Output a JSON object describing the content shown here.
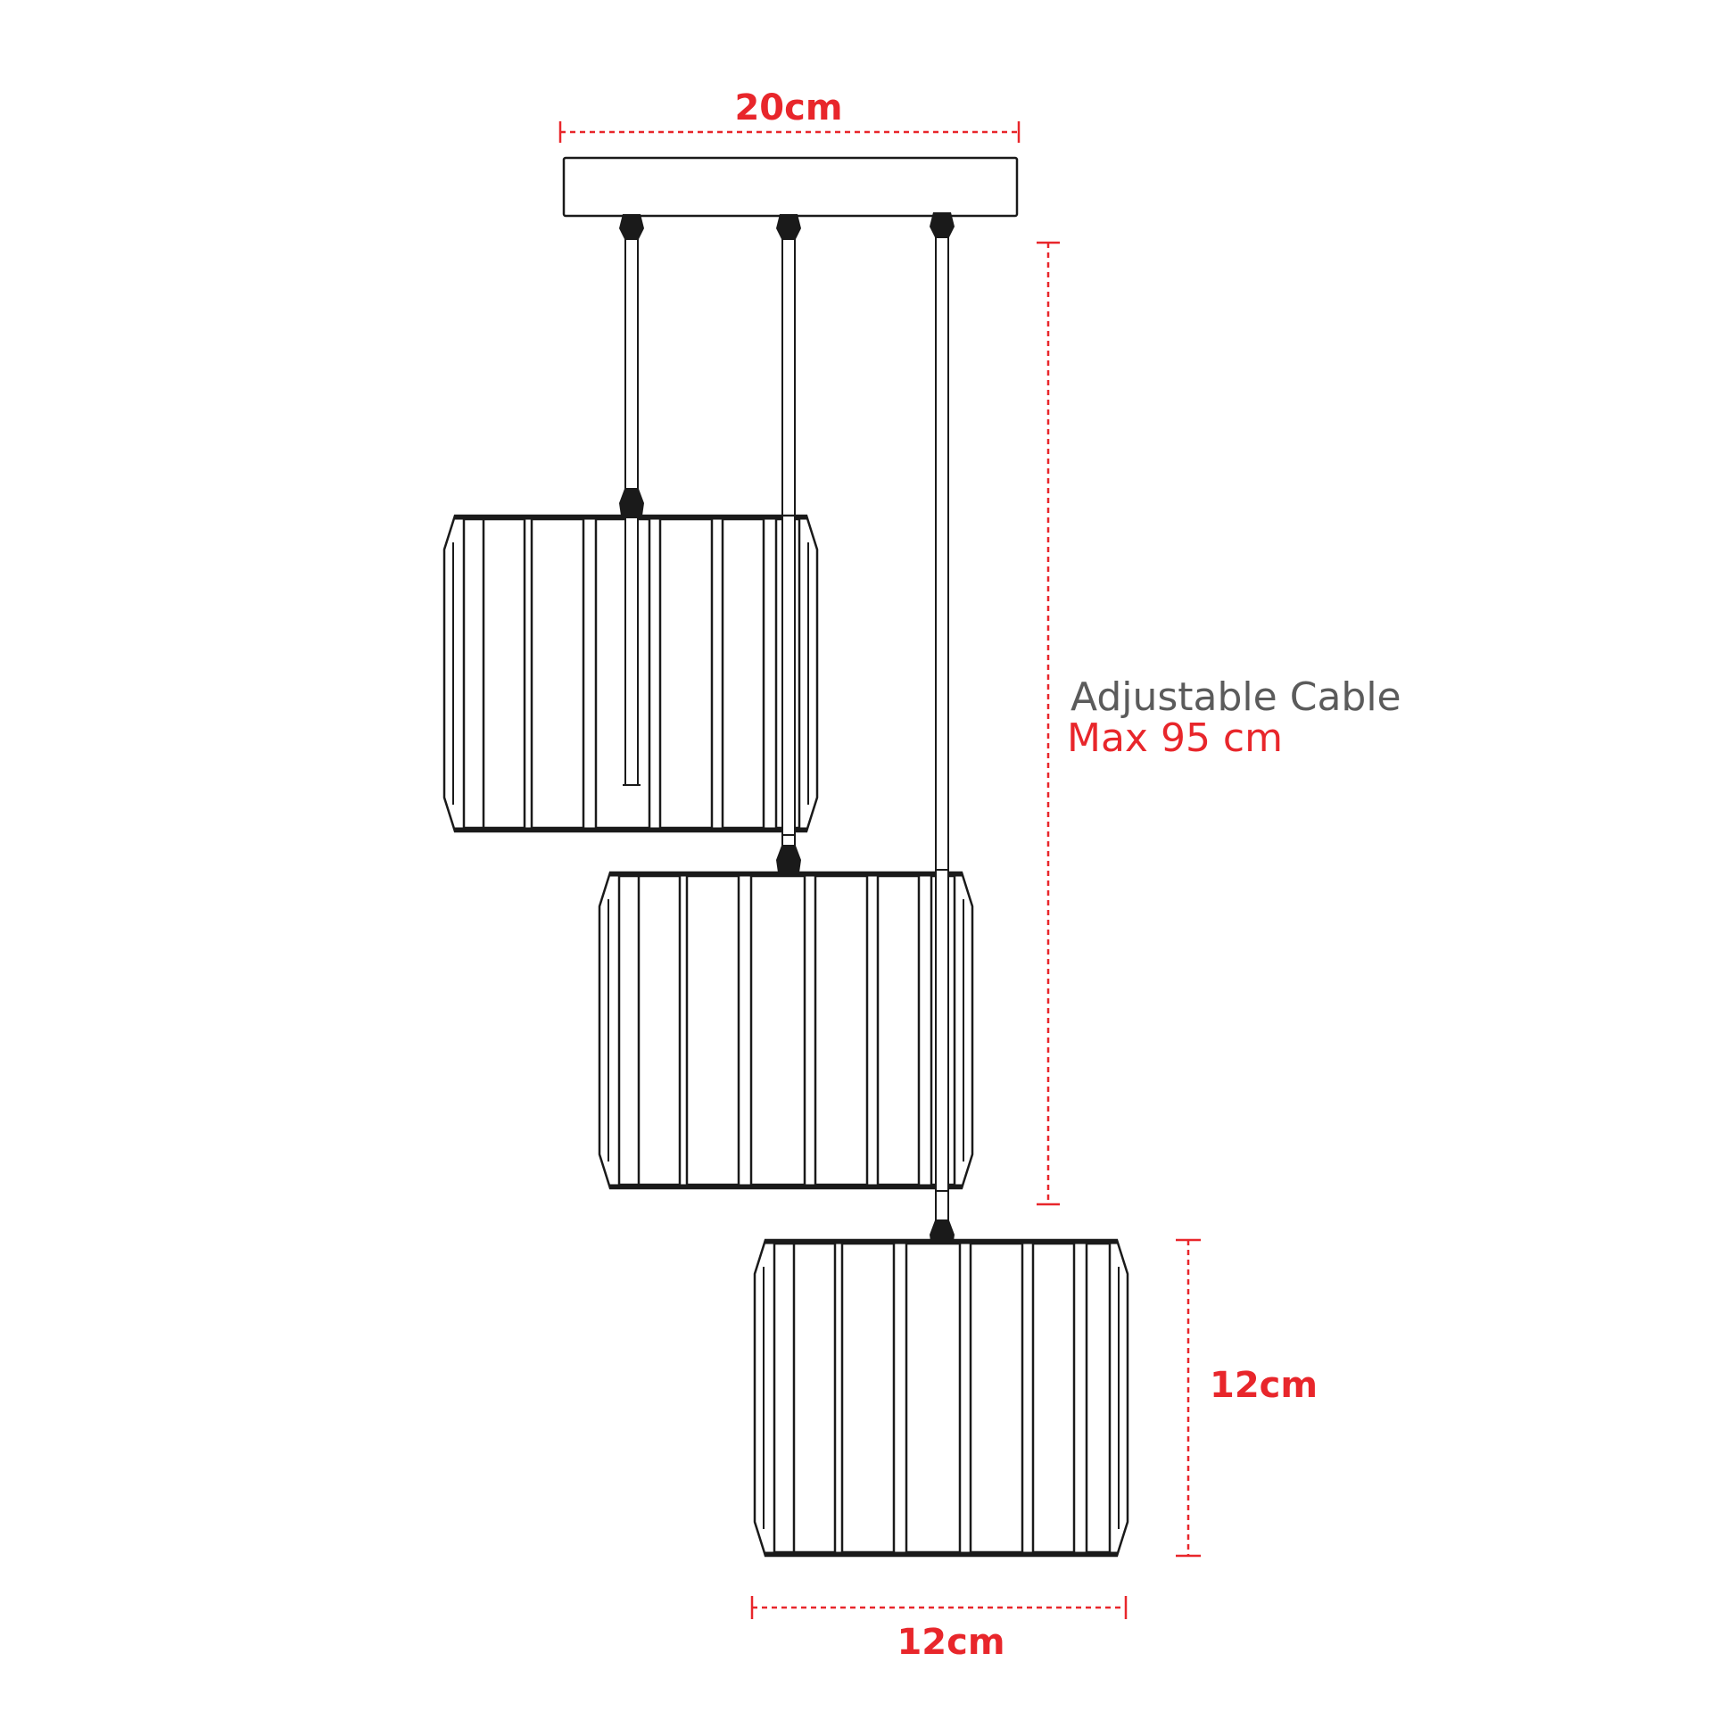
{
  "labels": {
    "canopy_width": "20cm",
    "cable_title": "Adjustable Cable",
    "cable_max": "Max 95 cm",
    "shade_height": "12cm",
    "shade_width": "12cm"
  },
  "colors": {
    "dimension": "#e8262b",
    "caption_gray": "#5b5b5b",
    "outline": "#1a1a1a",
    "fill": "#ffffff"
  },
  "components": {
    "canopy": "ceiling-canopy",
    "pendants": [
      "pendant-shade-left",
      "pendant-shade-middle",
      "pendant-shade-right"
    ]
  }
}
